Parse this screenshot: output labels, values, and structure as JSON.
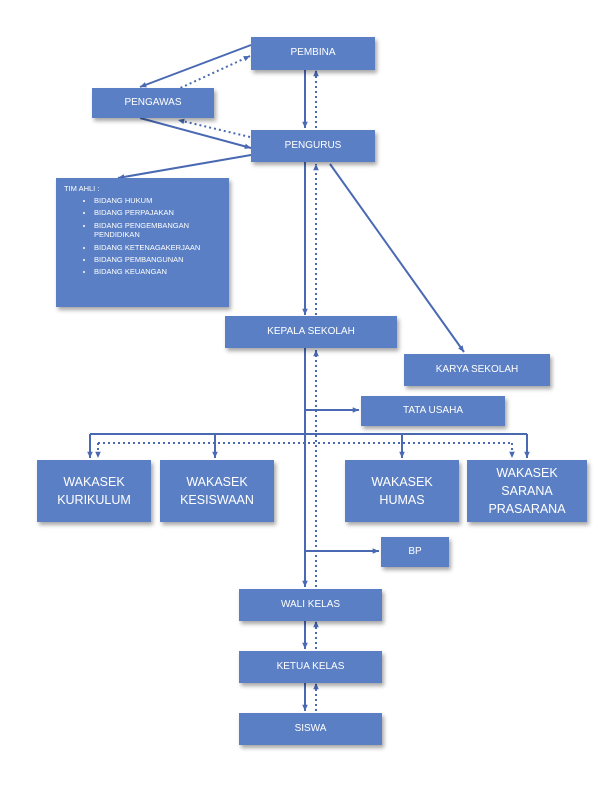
{
  "nodes": {
    "pembina": "PEMBINA",
    "pengawas": "PENGAWAS",
    "pengurus": "PENGURUS",
    "kepala_sekolah": "KEPALA SEKOLAH",
    "karya_sekolah": "KARYA SEKOLAH",
    "tata_usaha": "TATA USAHA",
    "wakasek_kurikulum": "WAKASEK KURIKULUM",
    "wakasek_kesiswaan": "WAKASEK KESISWAAN",
    "wakasek_humas": "WAKASEK HUMAS",
    "wakasek_sarana": "WAKASEK SARANA PRASARANA",
    "bp": "BP",
    "wali_kelas": "WALI KELAS",
    "ketua_kelas": "KETUA KELAS",
    "siswa": "SISWA"
  },
  "tim_ahli": {
    "title": "TIM AHLI :",
    "items": [
      "BIDANG HUKUM",
      "BIDANG PERPAJAKAN",
      "BIDANG PENGEMBANGAN PENDIDIKAN",
      "BIDANG KETENAGAKERJAAN",
      "BIDANG PEMBANGUNAN",
      "BIDANG KEUANGAN"
    ]
  },
  "colors": {
    "box_fill": "#5b7fc4",
    "connector": "#4a69b3",
    "text": "#ffffff",
    "background": "#ffffff"
  }
}
